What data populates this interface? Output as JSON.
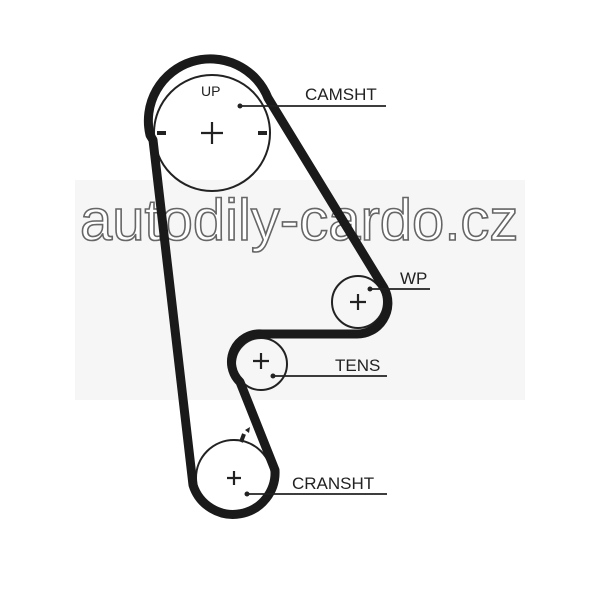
{
  "diagram": {
    "labels": {
      "up": "UP",
      "camshaft": "CAMSHT",
      "water_pump": "WP",
      "tensioner": "TENS",
      "crankshaft": "CRANSHT"
    },
    "watermark": "autodily-cardo.cz",
    "belt_color": "#1a1a1a"
  }
}
